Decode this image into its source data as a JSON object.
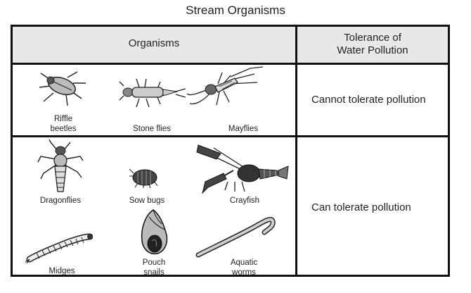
{
  "title": "Stream Organisms",
  "headers": {
    "organisms": "Organisms",
    "tolerance": [
      "Tolerance of",
      "Water Pollution"
    ]
  },
  "groups": [
    {
      "tolerance": "Cannot tolerate pollution",
      "organisms": [
        {
          "label": [
            "Riffle",
            "beetles"
          ],
          "icon": "riffle-beetle-icon"
        },
        {
          "label": [
            "Stone flies"
          ],
          "icon": "stonefly-icon"
        },
        {
          "label": [
            "Mayflies"
          ],
          "icon": "mayfly-icon"
        }
      ]
    },
    {
      "tolerance": "Can tolerate pollution",
      "organisms": [
        {
          "label": [
            "Dragonflies"
          ],
          "icon": "dragonfly-larva-icon"
        },
        {
          "label": [
            "Sow bugs"
          ],
          "icon": "sow-bug-icon"
        },
        {
          "label": [
            "Crayfish"
          ],
          "icon": "crayfish-icon"
        },
        {
          "label": [
            "Midges"
          ],
          "icon": "midge-larva-icon"
        },
        {
          "label": [
            "Pouch",
            "snails"
          ],
          "icon": "pouch-snail-icon"
        },
        {
          "label": [
            "Aquatic",
            "worms"
          ],
          "icon": "aquatic-worm-icon"
        }
      ]
    }
  ]
}
